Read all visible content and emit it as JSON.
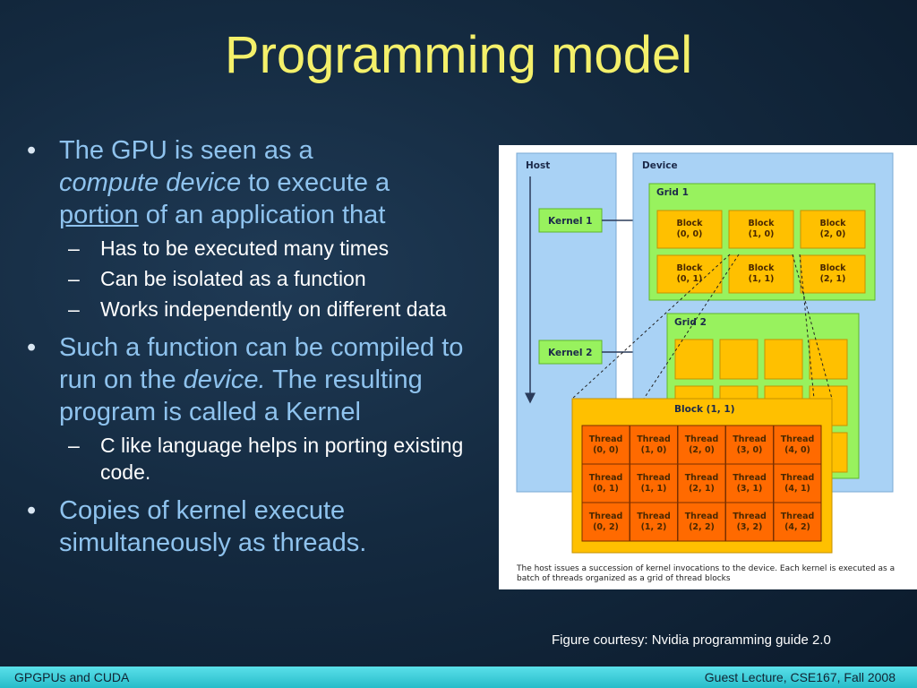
{
  "title": "Programming model",
  "bullets": {
    "b1_text1": "The GPU is seen as a",
    "b1_italic": "compute device",
    "b1_text2": " to execute a",
    "b1_underline": "portion",
    "b1_text3": " of an application that",
    "sub1": [
      "Has to be executed many times",
      "Can be isolated as a function",
      "Works independently on different data"
    ],
    "b2_text1": "Such a function can be compiled to run on the ",
    "b2_italic": "device.",
    "b2_text2": " The resulting program is called a Kernel",
    "sub2": [
      "C like language helps in porting existing code."
    ],
    "b3_text": "Copies of kernel execute simultaneously as threads."
  },
  "figure": {
    "host": "Host",
    "device": "Device",
    "grid1": "Grid 1",
    "grid2": "Grid 2",
    "kernel1": "Kernel 1",
    "kernel2": "Kernel 2",
    "block_word": "Block",
    "blocks": [
      "(0, 0)",
      "(1, 0)",
      "(2, 0)",
      "(0, 1)",
      "(1, 1)",
      "(2, 1)"
    ],
    "zoom_block": "Block (1, 1)",
    "thread_word": "Thread",
    "threads": [
      "(0, 0)",
      "(1, 0)",
      "(2, 0)",
      "(3, 0)",
      "(4, 0)",
      "(0, 1)",
      "(1, 1)",
      "(2, 1)",
      "(3, 1)",
      "(4, 1)",
      "(0, 2)",
      "(1, 2)",
      "(2, 2)",
      "(3, 2)",
      "(4, 2)"
    ],
    "caption": "The host issues a succession of kernel invocations to the device. Each kernel is executed as a batch of threads organized as a grid of thread blocks",
    "colors": {
      "host_fill": "#a9d2f5",
      "grid_fill": "#98f25e",
      "block_fill": "#ffc000",
      "thread_fill": "#ff6a00"
    }
  },
  "courtesy": "Figure courtesy: Nvidia programming guide 2.0",
  "footer": {
    "left": "GPGPUs and CUDA",
    "right": "Guest Lecture, CSE167, Fall 2008"
  }
}
